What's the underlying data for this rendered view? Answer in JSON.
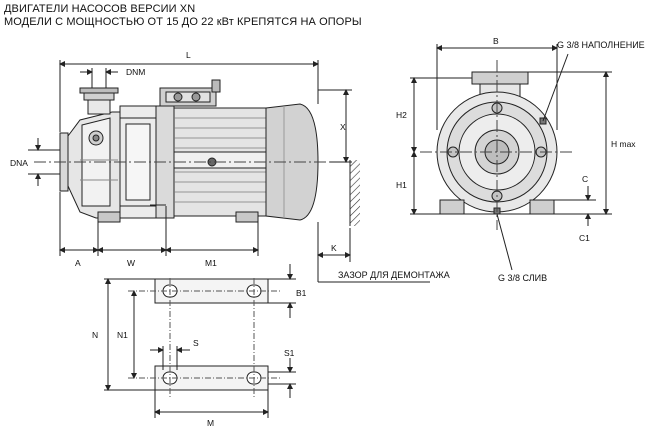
{
  "header": {
    "line1": "ДВИГАТЕЛИ НАСОСОВ ВЕРСИИ XN",
    "line2": "МОДЕЛИ С МОЩНОСТЬЮ ОТ 15 ДО 22 кВт КРЕПЯТСЯ НА ОПОРЫ"
  },
  "side_view": {
    "dims": {
      "L": "L",
      "DNM": "DNM",
      "DNA": "DNA",
      "X": "X",
      "A": "A",
      "W": "W",
      "M1": "M1",
      "K": "K"
    },
    "gap_label": "ЗАЗОР ДЛЯ ДЕМОНТАЖА"
  },
  "end_view": {
    "dims": {
      "B": "B",
      "H2": "H2",
      "H1": "H1",
      "Hmax": "H max",
      "C": "C",
      "C1": "C1"
    },
    "fill_label": "G 3/8  НАПОЛНЕНИЕ",
    "drain_label": "G 3/8   СЛИВ"
  },
  "base_view": {
    "dims": {
      "N": "N",
      "N1": "N1",
      "S": "S",
      "B1": "B1",
      "S1": "S1",
      "M": "M"
    }
  }
}
